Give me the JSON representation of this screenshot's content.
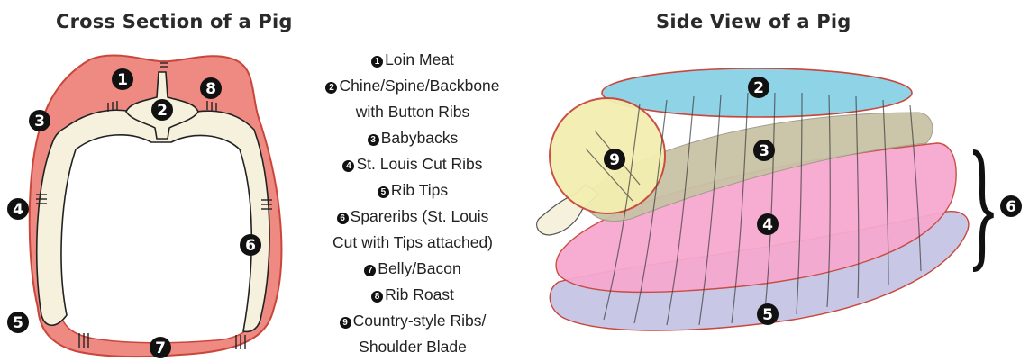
{
  "titles": {
    "cross_section": "Cross Section of a Pig",
    "side_view": "Side View of a Pig"
  },
  "legend": [
    {
      "num": "1",
      "lines": [
        "Loin Meat"
      ]
    },
    {
      "num": "2",
      "lines": [
        "Chine/Spine/Backbone",
        "with Button Ribs"
      ]
    },
    {
      "num": "3",
      "lines": [
        "Babybacks"
      ]
    },
    {
      "num": "4",
      "lines": [
        "St. Louis Cut Ribs"
      ]
    },
    {
      "num": "5",
      "lines": [
        "Rib Tips"
      ]
    },
    {
      "num": "6",
      "lines": [
        "Spareribs (St. Louis",
        "Cut with Tips attached)"
      ]
    },
    {
      "num": "7",
      "lines": [
        "Belly/Bacon"
      ]
    },
    {
      "num": "8",
      "lines": [
        "Rib Roast"
      ]
    },
    {
      "num": "9",
      "lines": [
        "Country-style Ribs/",
        "Shoulder Blade"
      ]
    }
  ],
  "cross_section_badges": [
    "1",
    "2",
    "3",
    "4",
    "5",
    "6",
    "7",
    "8"
  ],
  "side_view_badges": [
    "2",
    "3",
    "4",
    "5",
    "9",
    "6"
  ],
  "colors": {
    "loin_red": "#ee8a82",
    "outline_red": "#c9463c",
    "bone_cream": "#f6f1dc",
    "backbone_blue": "#8fd3e6",
    "babyback_tan": "#c9c2a6",
    "stlouis_pink": "#f6a9cf",
    "riptips_lavender": "#c8c8e6",
    "shoulder_yellow": "#f3eeb0",
    "badge_black": "#111111"
  }
}
